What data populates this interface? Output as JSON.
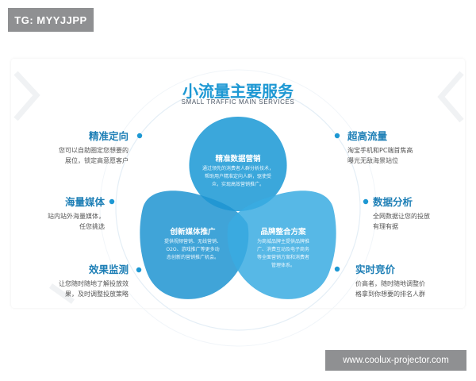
{
  "watermark_tag": "TG: MYYJJPP",
  "title": "小流量主要服务",
  "subtitle": "SMALL TRAFFIC MAIN SERVICES",
  "left_features": [
    {
      "title": "精准定向",
      "desc": [
        "您可以自助圈定您想要的",
        "展位，锁定高意愿客户"
      ]
    },
    {
      "title": "海量媒体",
      "desc": [
        "站内站外海量媒体，",
        "任您挑选"
      ]
    },
    {
      "title": "效果监测",
      "desc": [
        "让您随时随地了解投放效",
        "果，及时调整投放策略"
      ]
    }
  ],
  "right_features": [
    {
      "title": "超高流量",
      "desc": [
        "淘宝手机和PC端首焦高",
        "曝光无敌海景站位"
      ]
    },
    {
      "title": "数据分析",
      "desc": [
        "全网数据让您的投放",
        "有理有据"
      ]
    },
    {
      "title": "实时竞价",
      "desc": [
        "价高者，随时随地调整价",
        "格拿到你想要的排名人群"
      ]
    }
  ],
  "petals": [
    {
      "title": "精准数据营销",
      "desc": [
        "通过领先的消费者人群分析技术，",
        "帮助用户精准定向人群，驱使受",
        "众，实现高效营销推广。"
      ]
    },
    {
      "title": "创新媒体推广",
      "desc": [
        "提供视频营销、无线营销、",
        "O2O、游戏推广等更多动",
        "态创新的营销推广机会。"
      ]
    },
    {
      "title": "品牌整合方案",
      "desc": [
        "为商城品牌主提供品牌推",
        "广、消费互动及电子商务",
        "等全面营销方案和消费者",
        "管理体系。"
      ]
    }
  ],
  "colors": {
    "accent": "#1d98d3",
    "petal_top": "#2a9fd8",
    "petal_left": "#1f94d1",
    "petal_right": "#34a8e0",
    "dot": "#1d98d3"
  },
  "site_url": "www.coolux-projector.com"
}
